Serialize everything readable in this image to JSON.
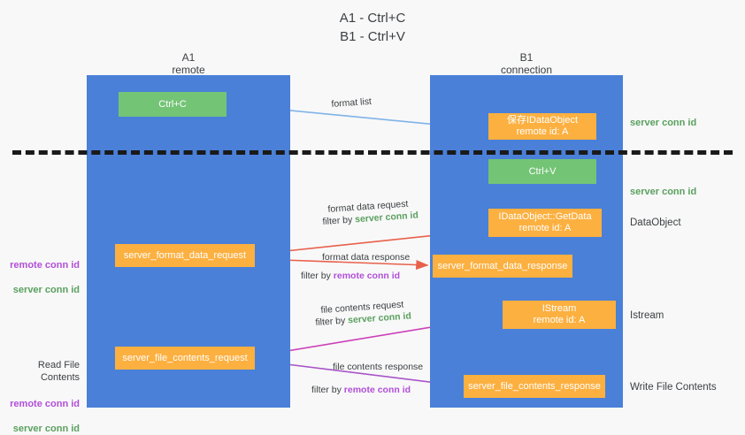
{
  "title": "A1 - Ctrl+C\nB1 - Ctrl+V",
  "colors": {
    "lane": "#4a80d8",
    "green_box": "#74c476",
    "orange_box": "#fcb040",
    "server_conn_id": "#5aa05f",
    "remote_conn_id": "#b14fd8",
    "arrow_format_list": "#7fb3e8",
    "arrow_format_data": "#e8604c",
    "arrow_file_contents": "#cc3fb8",
    "arrow_file_response": "#a855c8",
    "arrow_internal": "#1a1a1a",
    "background": "#f8f8f8"
  },
  "columns": {
    "left": {
      "title": "A1",
      "subtitle": "remote",
      "header": "A1\nremote"
    },
    "right": {
      "title": "B1",
      "subtitle": "connection",
      "header": "B1\nconnection"
    }
  },
  "nodes": {
    "ctrl_c": "Ctrl+C",
    "idataobject": "保存IDataObject\nremote id: A",
    "ctrl_v": "Ctrl+V",
    "getdata": "IDataObject::GetData\nremote id: A",
    "format_data_request": "server_format_data_request",
    "format_data_response": "server_format_data_response",
    "istream": "IStream\nremote id: A",
    "file_contents_request": "server_file_contents_request",
    "file_contents_response": "server_file_contents_response"
  },
  "side_labels": {
    "server_conn_id_top": "server conn id",
    "server_conn_id_mid": "server conn id",
    "dataobject": "DataObject",
    "istream": "Istream",
    "write_file_contents": "Write File Contents",
    "left_mid": "remote conn id\nserver conn id",
    "left_bottom_header": "Read File Contents",
    "left_bottom": "remote conn id\nserver conn id"
  },
  "arrow_labels": {
    "format_list": "format list",
    "format_data_request": "format data request",
    "format_data_request_filter_prefix": "filter by ",
    "format_data_request_filter_value": "server conn id",
    "format_data_response": "format data response",
    "format_data_response_filter_prefix": "filter by ",
    "format_data_response_filter_value": "remote conn id",
    "file_contents_request": "file contents request",
    "file_contents_request_filter_prefix": "filter by ",
    "file_contents_request_filter_value": "server conn id",
    "file_contents_response": "file contents response",
    "file_contents_response_filter_prefix": "filter by ",
    "file_contents_response_filter_value": "remote conn id"
  }
}
